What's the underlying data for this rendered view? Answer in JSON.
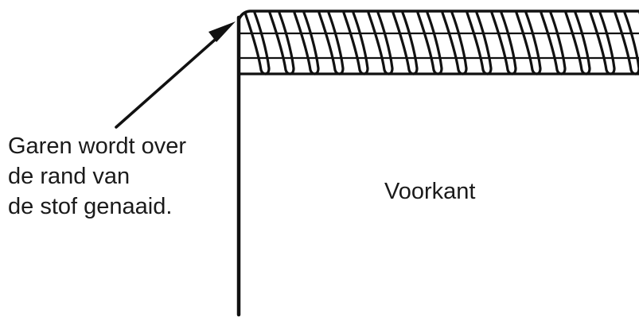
{
  "annotation": {
    "lines": [
      "Garen wordt over",
      "de rand van",
      "de stof genaaid."
    ]
  },
  "fabric": {
    "side_label": "Voorkant"
  },
  "colors": {
    "ink": "#111111",
    "text": "#1a1a1a",
    "background": "#ffffff"
  }
}
